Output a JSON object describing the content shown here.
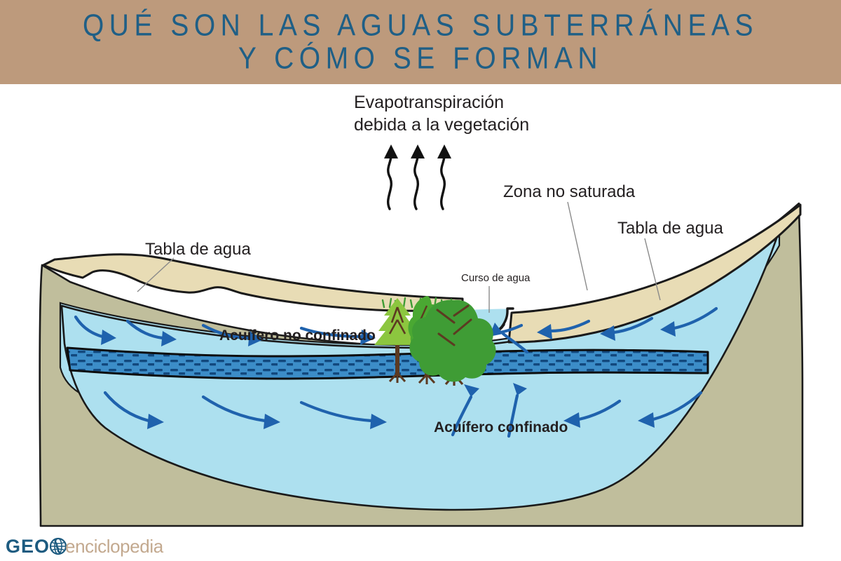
{
  "header": {
    "title_line1": "QUÉ SON LAS AGUAS SUBTERRÁNEAS",
    "title_line2": "Y CÓMO SE FORMAN",
    "background_color": "#bd9a7c",
    "text_color": "#1f5f86"
  },
  "diagram": {
    "type": "cross-section-illustration",
    "subject": "groundwater aquifer cross section",
    "labels": {
      "evapotranspiration_line1": "Evapotranspiración",
      "evapotranspiration_line2": "debida a la vegetación",
      "unsaturated_zone": "Zona no saturada",
      "water_table_right": "Tabla de agua",
      "water_table_left": "Tabla de agua",
      "stream": "Curso de agua",
      "unconfined_aquifer": "Acuífero no confinado",
      "confined_aquifer": "Acuífero confinado"
    },
    "colors": {
      "bedrock": "#c0be9c",
      "soil": "#e8dcb5",
      "water": "#ade0ef",
      "confining_layer": "#3c8dc8",
      "confining_dash": "#1a4f86",
      "arrow": "#1f62ad",
      "outline": "#1a1a1a",
      "tree_light": "#8cc63f",
      "tree_mid": "#4aa832",
      "tree_dark": "#3f9c35",
      "trunk": "#5c3a21",
      "grass": "#4aa832"
    },
    "elements": {
      "evaporation_arrows": 3,
      "trees": 3,
      "flow_arrows_unconfined": 9,
      "flow_arrows_confined": 6
    }
  },
  "footer": {
    "logo_geo": "GEO",
    "logo_word": "enciclopedia",
    "logo_geo_color": "#1d5b80",
    "logo_word_color": "#c3a98f"
  }
}
